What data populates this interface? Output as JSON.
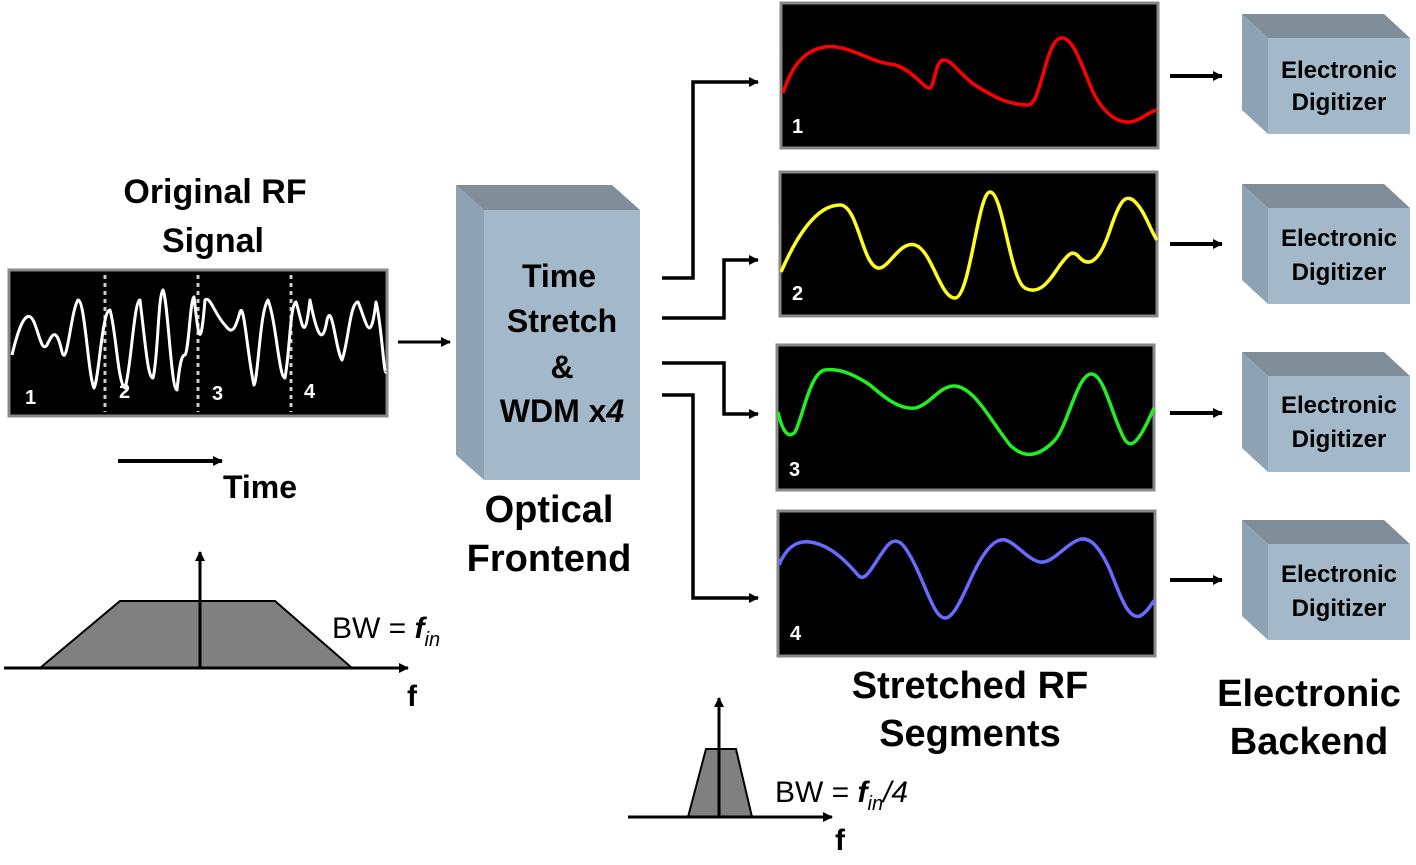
{
  "original": {
    "title_line1": "Original RF",
    "title_line2": "Signal",
    "segment_labels": [
      "1",
      "2",
      "3",
      "4"
    ],
    "time_label": "Time",
    "bw_prefix": "BW = ",
    "bw_var": "f",
    "bw_sub": "in",
    "freq_axis_label": "f"
  },
  "frontend": {
    "box_line1": "Time",
    "box_line2": "Stretch",
    "box_line3": "&",
    "box_line4_plain": "WDM x",
    "box_line4_italic": "4",
    "caption_line1": "Optical",
    "caption_line2": "Frontend"
  },
  "segments": {
    "panels": [
      {
        "label": "1",
        "color": "#ff0000"
      },
      {
        "label": "2",
        "color": "#ffff22"
      },
      {
        "label": "3",
        "color": "#22ee22"
      },
      {
        "label": "4",
        "color": "#6a6aff"
      }
    ],
    "caption_line1": "Stretched RF",
    "caption_line2": "Segments",
    "bw_prefix": "BW = ",
    "bw_var": "f",
    "bw_sub": "in",
    "bw_suffix": "/4",
    "freq_axis_label": "f"
  },
  "backend": {
    "digitizer_line1": "Electronic",
    "digitizer_line2": "Digitizer",
    "caption_line1": "Electronic",
    "caption_line2": "Backend"
  },
  "colors": {
    "panel_bg": "#000000",
    "panel_border": "#888888",
    "box_front": "#a3b8c8",
    "box_top": "#7f8e99",
    "box_side": "#8da2b3",
    "spectrum_fill": "#808080",
    "original_wave": "#ffffff"
  }
}
